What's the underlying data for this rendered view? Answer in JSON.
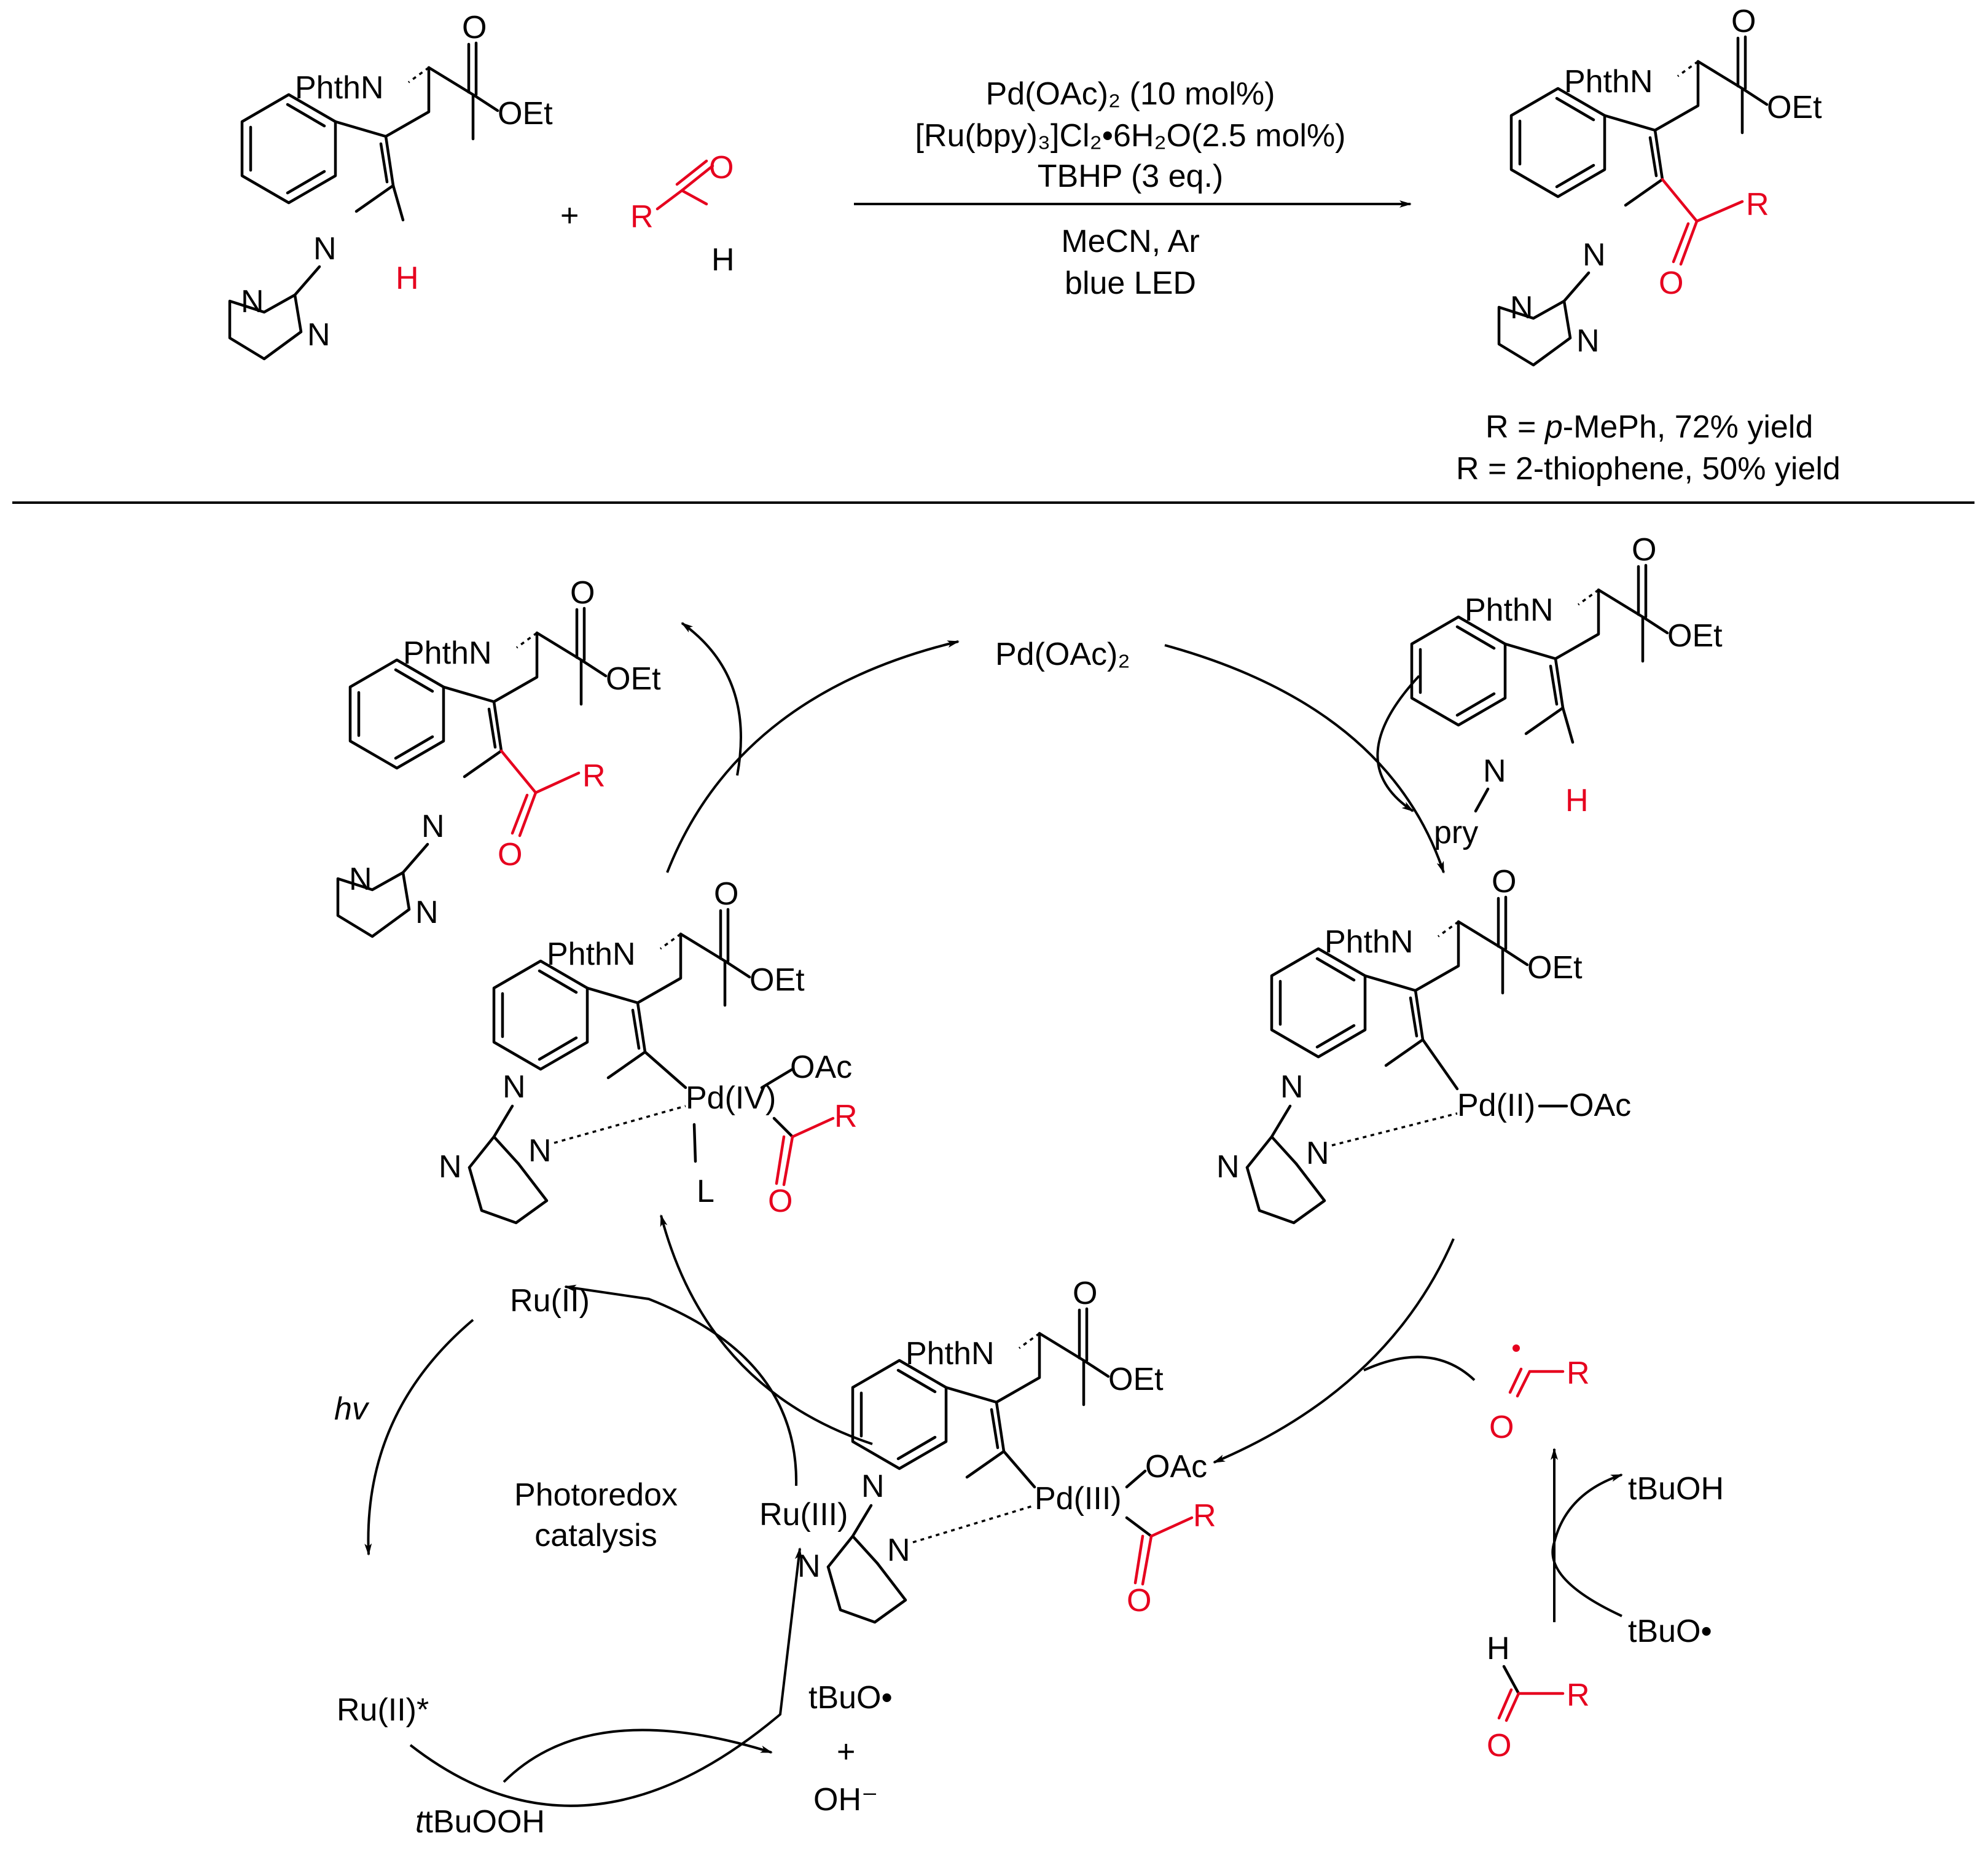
{
  "colors": {
    "highlight": "#e6001e",
    "ink": "#000000"
  },
  "atoms": {
    "phthn": "PhthN",
    "oet": "OEt",
    "o": "O",
    "n": "N",
    "h": "H",
    "r": "R",
    "oac": "OAc",
    "l": "L",
    "pry": "pry"
  },
  "reaction": {
    "plus": "+",
    "cond_line1": "Pd(OAc)₂ (10 mol%)",
    "cond_line2": "[Ru(bpy)₃]Cl₂•6H₂O(2.5 mol%)",
    "cond_line3": "TBHP (3 eq.)",
    "cond_line4": "MeCN, Ar",
    "cond_line5": "blue LED",
    "yield1_prefix": "R = ",
    "yield1_italic": "p",
    "yield1_suffix": "-MePh, 72% yield",
    "yield2": "R = 2-thiophene, 50% yield"
  },
  "cycle": {
    "pd_oac2": "Pd(OAc)₂",
    "pd_ii": "Pd(II)",
    "pd_iii": "Pd(III)",
    "pd_iv": "Pd(IV)",
    "ru_ii": "Ru(II)",
    "ru_ii_star": "Ru(II)*",
    "ru_iii": "Ru(III)",
    "hv": "hv",
    "photoredox_1": "Photoredox",
    "photoredox_2": "catalysis",
    "tbuooh": "tBuOOH",
    "tbuo_radical": "tBuO•",
    "plus": "+",
    "oh_minus": "OH⁻",
    "tbuoh": "tBuOH",
    "tbuo_radical_2": "tBuO•"
  }
}
